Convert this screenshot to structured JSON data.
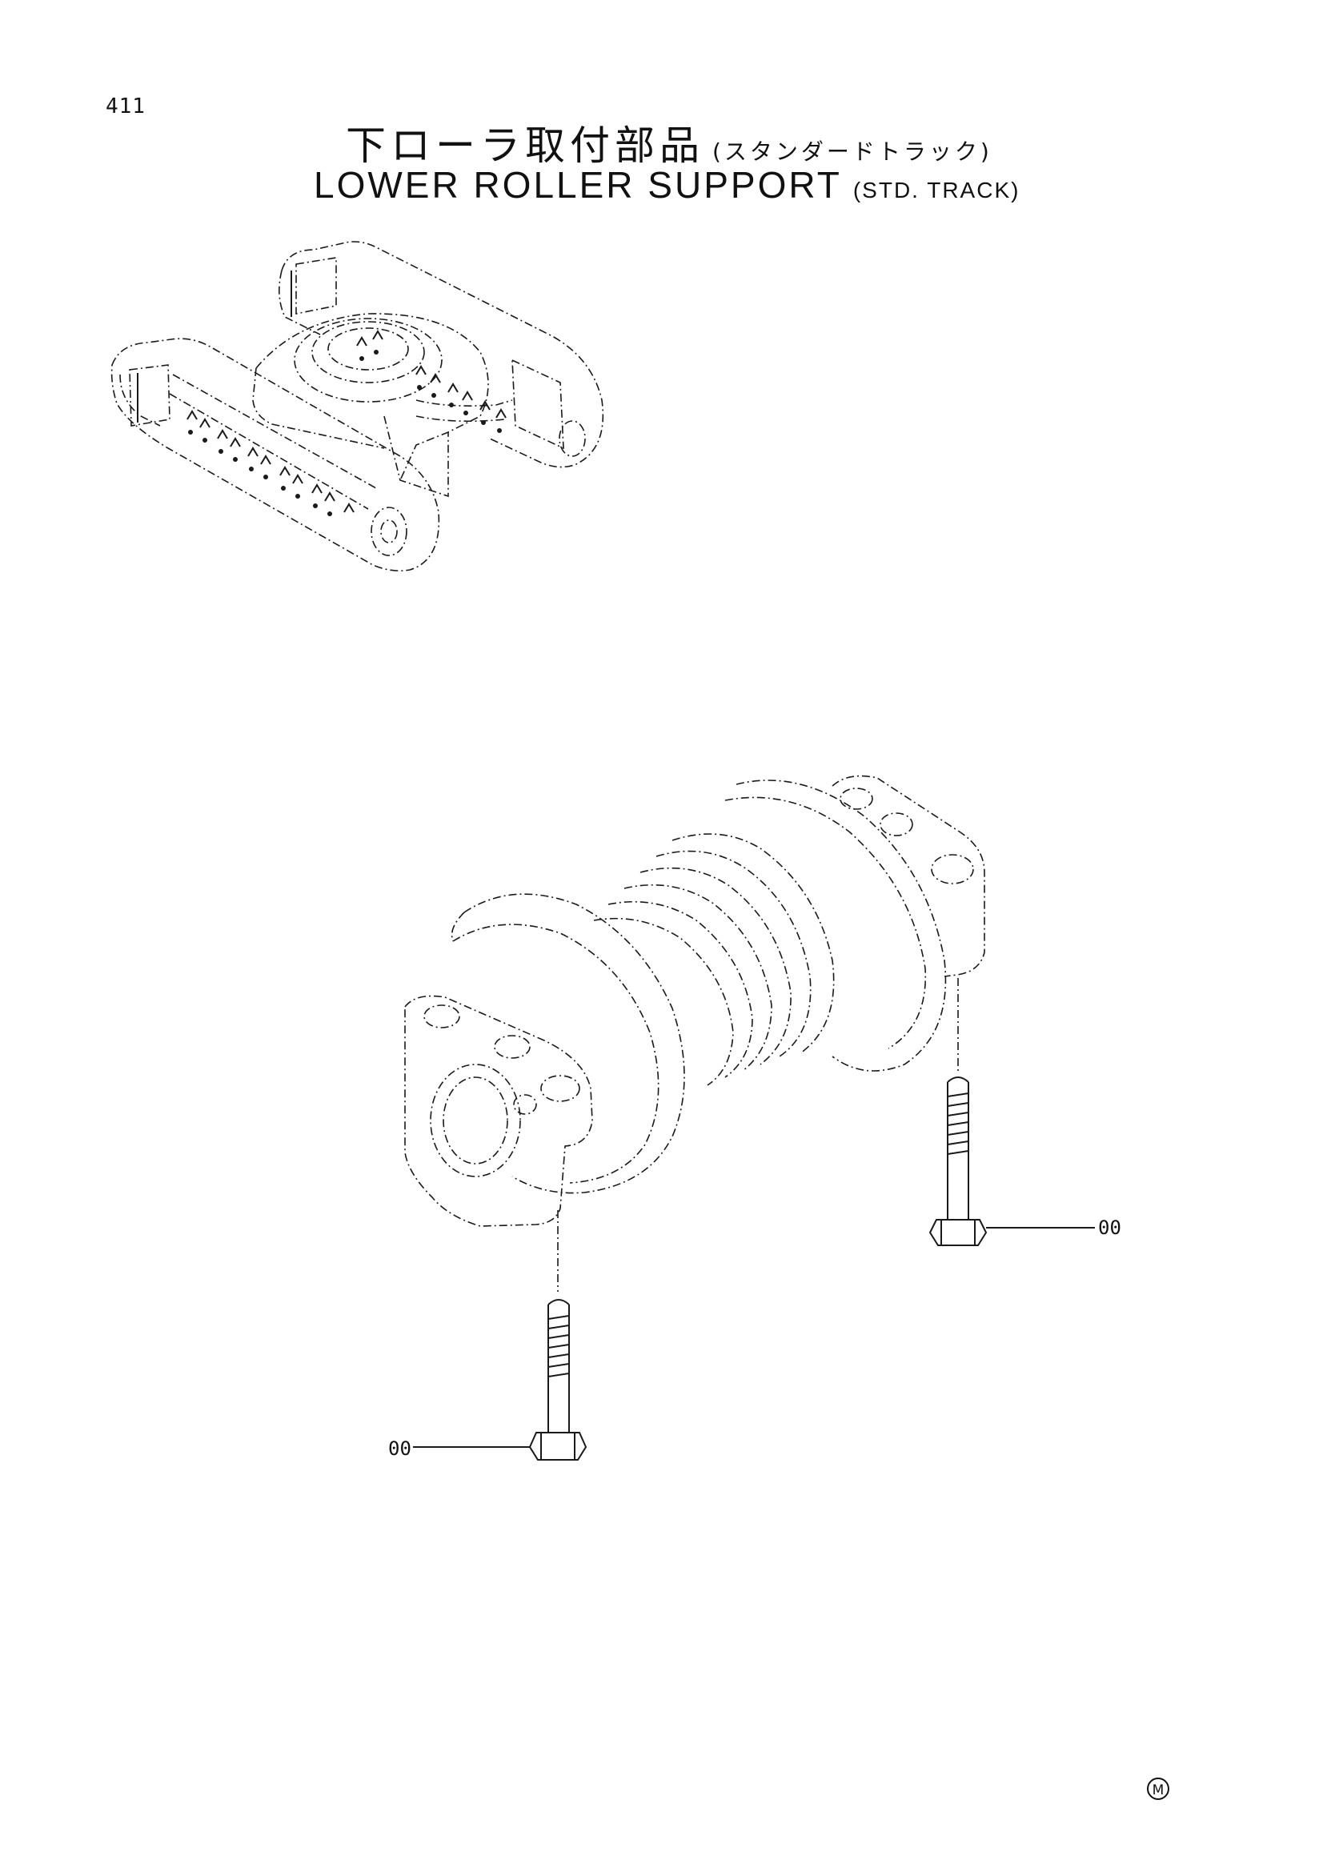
{
  "header": {
    "page_number": "411",
    "title_jp": "下ローラ取付部品",
    "title_jp_sub": "(スタンダードトラック)",
    "title_en": "LOWER ROLLER SUPPORT",
    "title_en_sub": "(STD. TRACK)"
  },
  "callouts": {
    "right_bolt": "00",
    "left_bolt": "00"
  },
  "footer": {
    "mark": "M"
  }
}
